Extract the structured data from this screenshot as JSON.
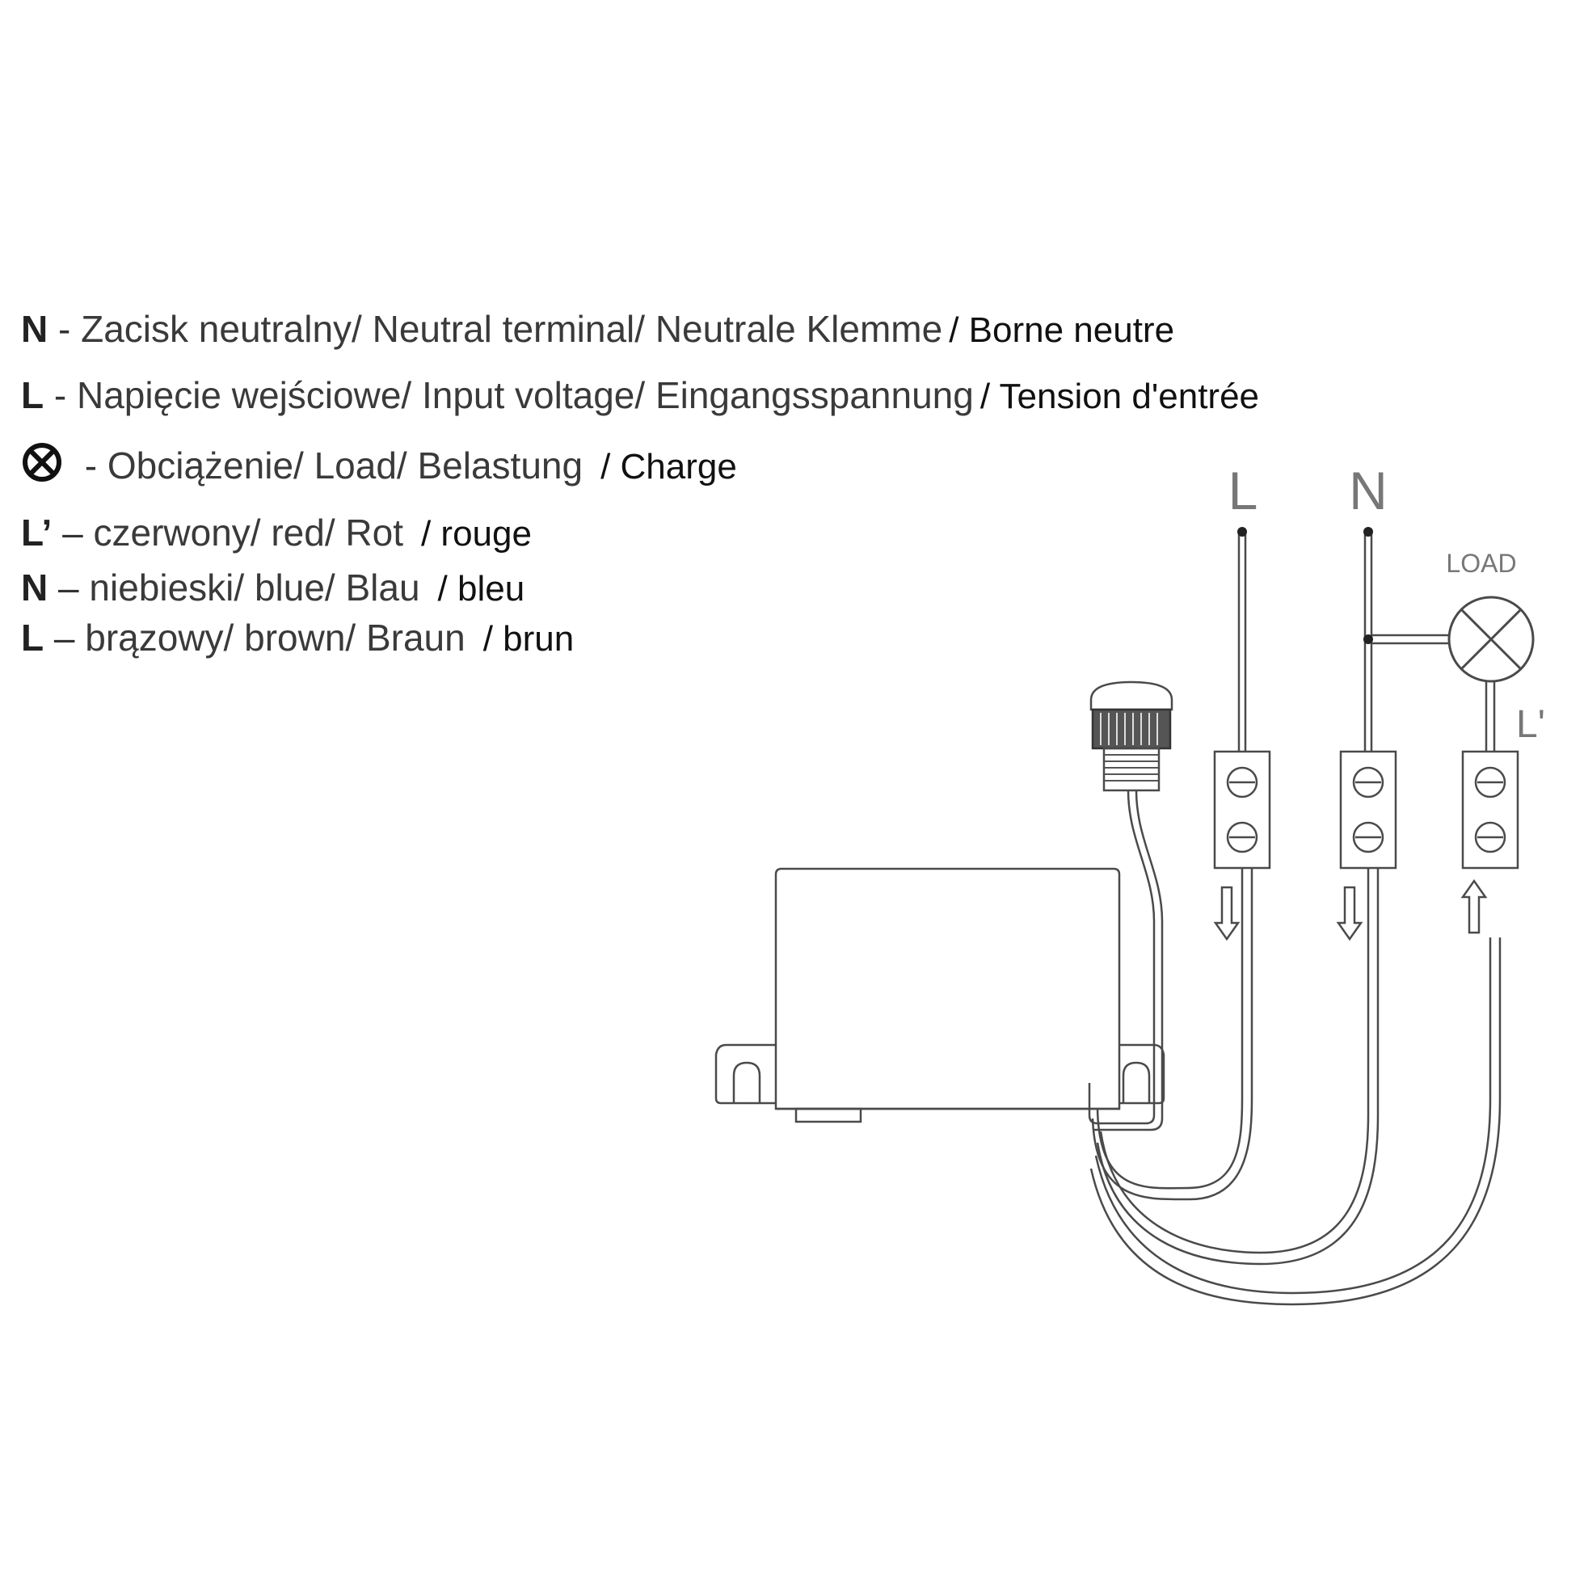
{
  "legend": [
    {
      "key": "N",
      "sep": " - ",
      "text": "Zacisk neutralny/ Neutral terminal/ Neutrale Klemme",
      "fr": "/ Borne neutre"
    },
    {
      "key": "L",
      "sep": " - ",
      "text": "Napięcie wejściowe/ Input voltage/ Eingangsspannung",
      "fr": "/ Tension d'entrée"
    },
    {
      "key": "load-symbol",
      "sep": " - ",
      "text": "Obciążenie/ Load/ Belastung",
      "fr": "/ Charge"
    },
    {
      "key": "L’",
      "sep": " – ",
      "text": "czerwony/ red/ Rot",
      "fr": "/ rouge"
    },
    {
      "key": "N",
      "sep": " – ",
      "text": "niebieski/ blue/ Blau",
      "fr": "/ bleu"
    },
    {
      "key": "L",
      "sep": " – ",
      "text": "brązowy/ brown/ Braun",
      "fr": "/ brun"
    }
  ],
  "diagram": {
    "wire_label_L": "L",
    "wire_label_N": "N",
    "load_label": "LOAD",
    "output_label": "L'"
  },
  "colors": {
    "line": "#4a4a4a",
    "text": "#2b2b2b"
  },
  "icons": [
    "load-lamp-icon",
    "terminal-block-icon",
    "screw-icon",
    "arrow-down-icon",
    "arrow-up-icon",
    "sensor-icon"
  ]
}
